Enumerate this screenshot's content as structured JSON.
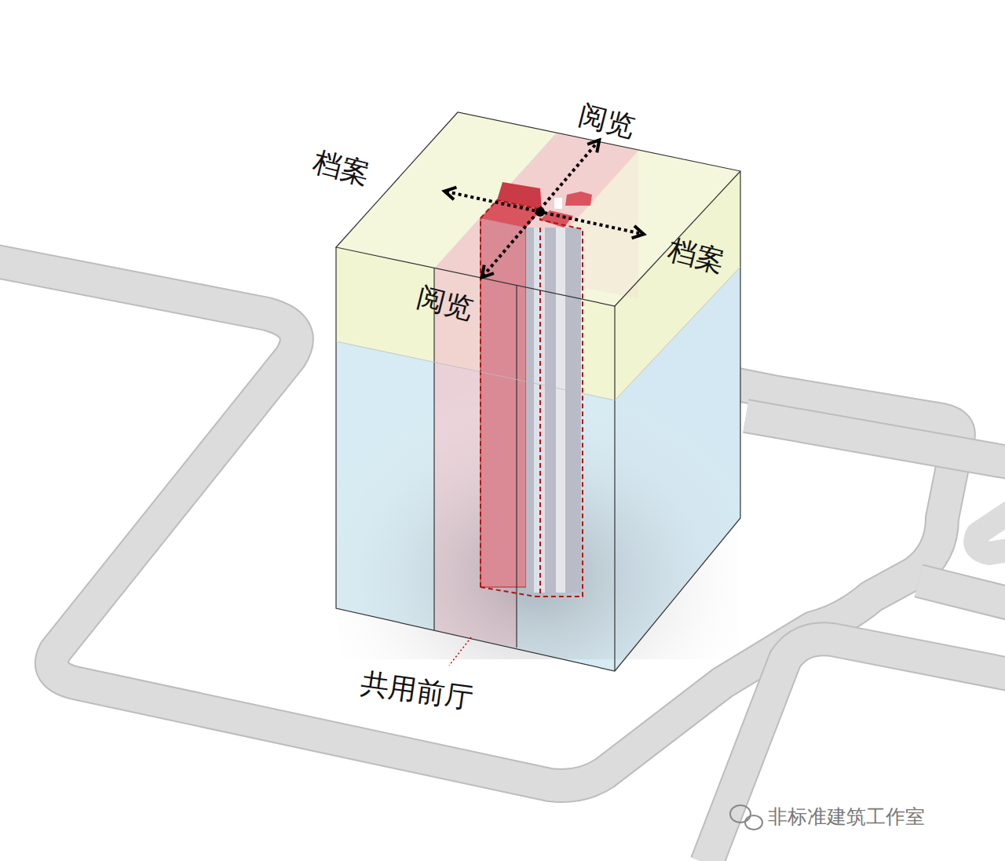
{
  "diagram": {
    "labels": [
      "档案",
      "阅览",
      "阅览",
      "档案",
      "共用前厅",
      "非标准建筑工作室"
    ]
  }
}
